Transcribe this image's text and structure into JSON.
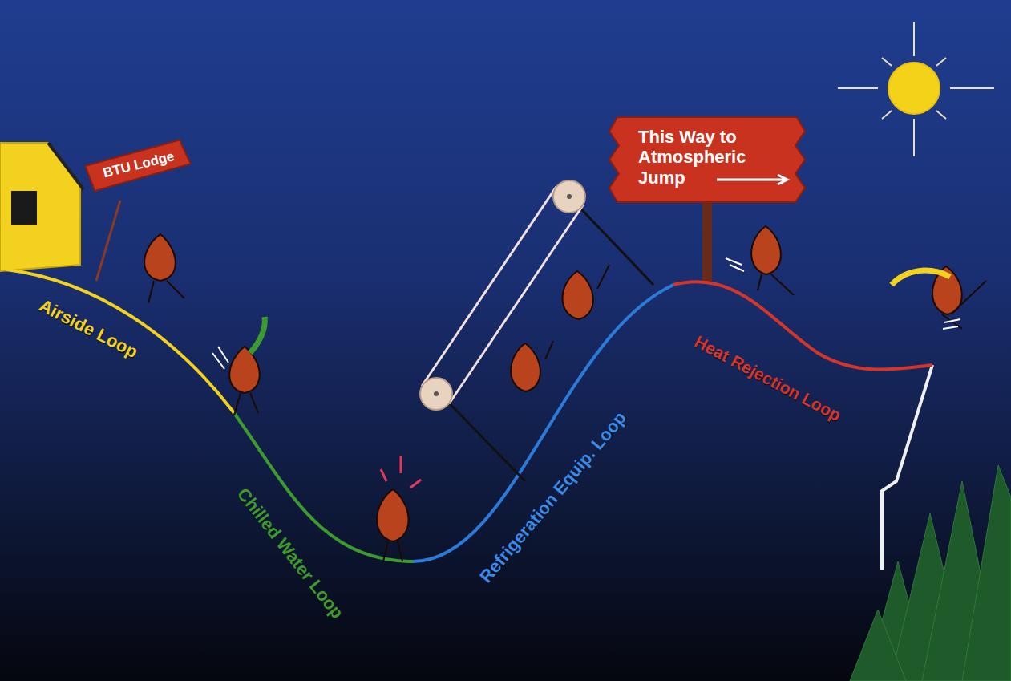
{
  "diagram": {
    "nodes": [
      {
        "text": [
          "BTU Lodge"
        ]
      },
      {
        "text": [
          "This Way to Atmospheric Jump"
        ]
      }
    ],
    "labels": [
      "Airside Loop",
      "Chilled Water Loop",
      "Refrigeration Equip. Loop",
      "Heat Rejection Loop"
    ]
  }
}
